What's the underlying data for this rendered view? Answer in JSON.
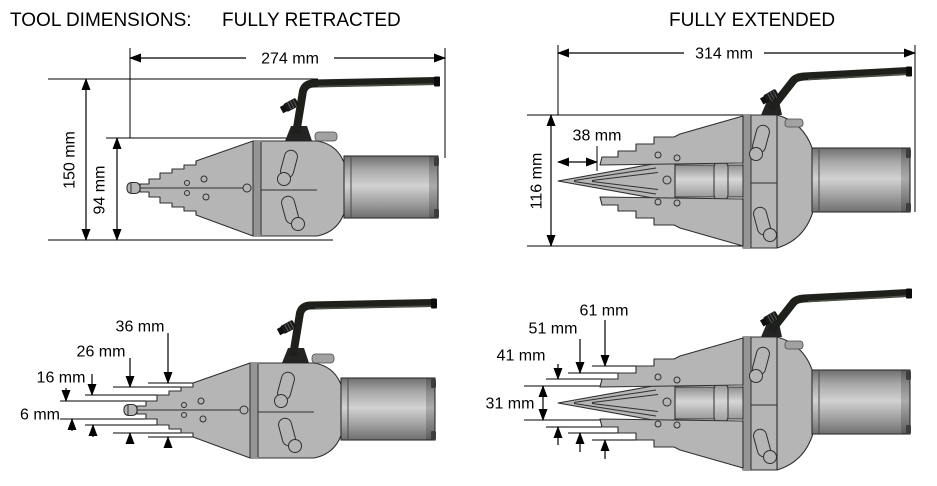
{
  "titles": {
    "main": "TOOL DIMENSIONS:",
    "retracted": "FULLY RETRACTED",
    "extended": "FULLY EXTENDED"
  },
  "colors": {
    "background": "#ffffff",
    "tool_body": "#b5b5b5",
    "tool_outline": "#2f2f2f",
    "handle": "#1e201b",
    "dimension_lines": "#000000"
  },
  "retracted_side_view": {
    "overall_length": "274 mm",
    "overall_height": "150 mm",
    "body_height": "94 mm"
  },
  "extended_side_view": {
    "overall_length": "314 mm",
    "overall_height": "116 mm",
    "tip_insertion_depth": "38 mm"
  },
  "retracted_tip_detail": {
    "step_heights": [
      "36 mm",
      "26 mm",
      "16 mm",
      "6 mm"
    ]
  },
  "extended_tip_detail": {
    "step_heights": [
      "61 mm",
      "51 mm",
      "41 mm"
    ],
    "tip_spread": "31 mm"
  }
}
